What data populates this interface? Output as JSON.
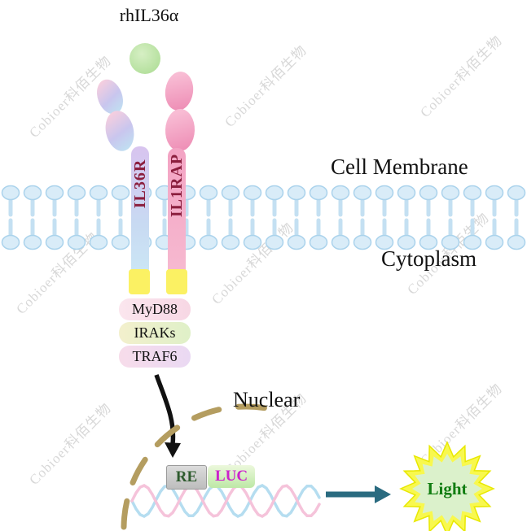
{
  "watermark": {
    "text": "Cobioer科佰生物"
  },
  "ligand": {
    "label": "rhIL36α"
  },
  "receptors": {
    "il36r_label": "IL36R",
    "il1rap_label": "IL1RAP"
  },
  "labels": {
    "cell_membrane": "Cell Membrane",
    "cytoplasm": "Cytoplasm",
    "nuclear": "Nuclear"
  },
  "adaptors": [
    {
      "label": "MyD88"
    },
    {
      "label": "IRAKs"
    },
    {
      "label": "TRAF6"
    }
  ],
  "reporter": {
    "re_label": "RE",
    "luc_label": "LUC",
    "light_label": "Light"
  },
  "colors": {
    "membrane_blue": "#d9ecf8",
    "il36r_purple": "#cfc0ec",
    "il1rap_pink": "#f3a6c5",
    "tm_domain_yellow": "#fbf163",
    "receptor_label_red": "#8b1e3e",
    "nuclear_envelope_tan": "#b49d60",
    "signal_arrow_black": "#111111",
    "light_arrow_teal": "#2a6b80",
    "luc_text_magenta": "#cc22cc",
    "light_text_green": "#117d11",
    "burst_yellow": "#f8f84e",
    "burst_green": "#dbf1cb",
    "watermark_gray": "#d8d8d8"
  }
}
